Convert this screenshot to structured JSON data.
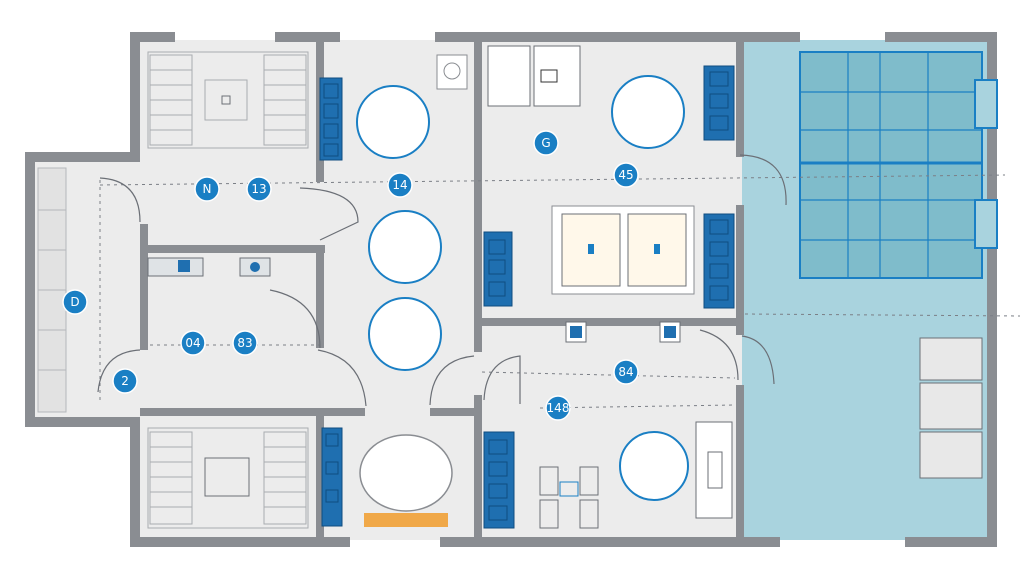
{
  "markers": [
    {
      "id": "n",
      "label": "N"
    },
    {
      "id": "13",
      "label": "13"
    },
    {
      "id": "14",
      "label": "14"
    },
    {
      "id": "g",
      "label": "G"
    },
    {
      "id": "45",
      "label": "45"
    },
    {
      "id": "d",
      "label": "D"
    },
    {
      "id": "04",
      "label": "04"
    },
    {
      "id": "83",
      "label": "83"
    },
    {
      "id": "2",
      "label": "2"
    },
    {
      "id": "84",
      "label": "84"
    },
    {
      "id": "148",
      "label": "148"
    }
  ],
  "colors": {
    "wall": "#8a8d92",
    "floor": "#ececec",
    "accent": "#1a7fc4",
    "pool": "#a9d3de",
    "counter": "#f0a848"
  }
}
